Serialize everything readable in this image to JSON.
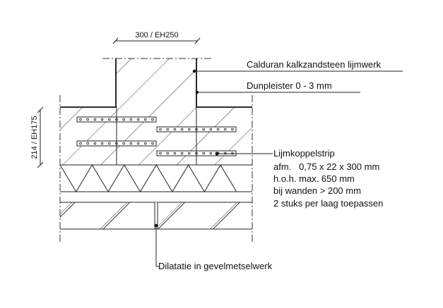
{
  "dimensions": {
    "width_label": "300 / EH250",
    "height_label": "214 / EH175"
  },
  "labels": {
    "material": "Calduran kalkzandsteen lijmwerk",
    "plaster": "Dunpleister 0 - 3 mm",
    "strip_title": "Lijmkoppelstrip",
    "strip_lines": [
      "afm.   0,75 x 22 x 300 mm",
      "h.o.h. max. 650 mm",
      "bij wanden > 200 mm",
      "2 stuks per laag toepassen"
    ],
    "joint": "Dilatatie in gevelmetselwerk"
  }
}
